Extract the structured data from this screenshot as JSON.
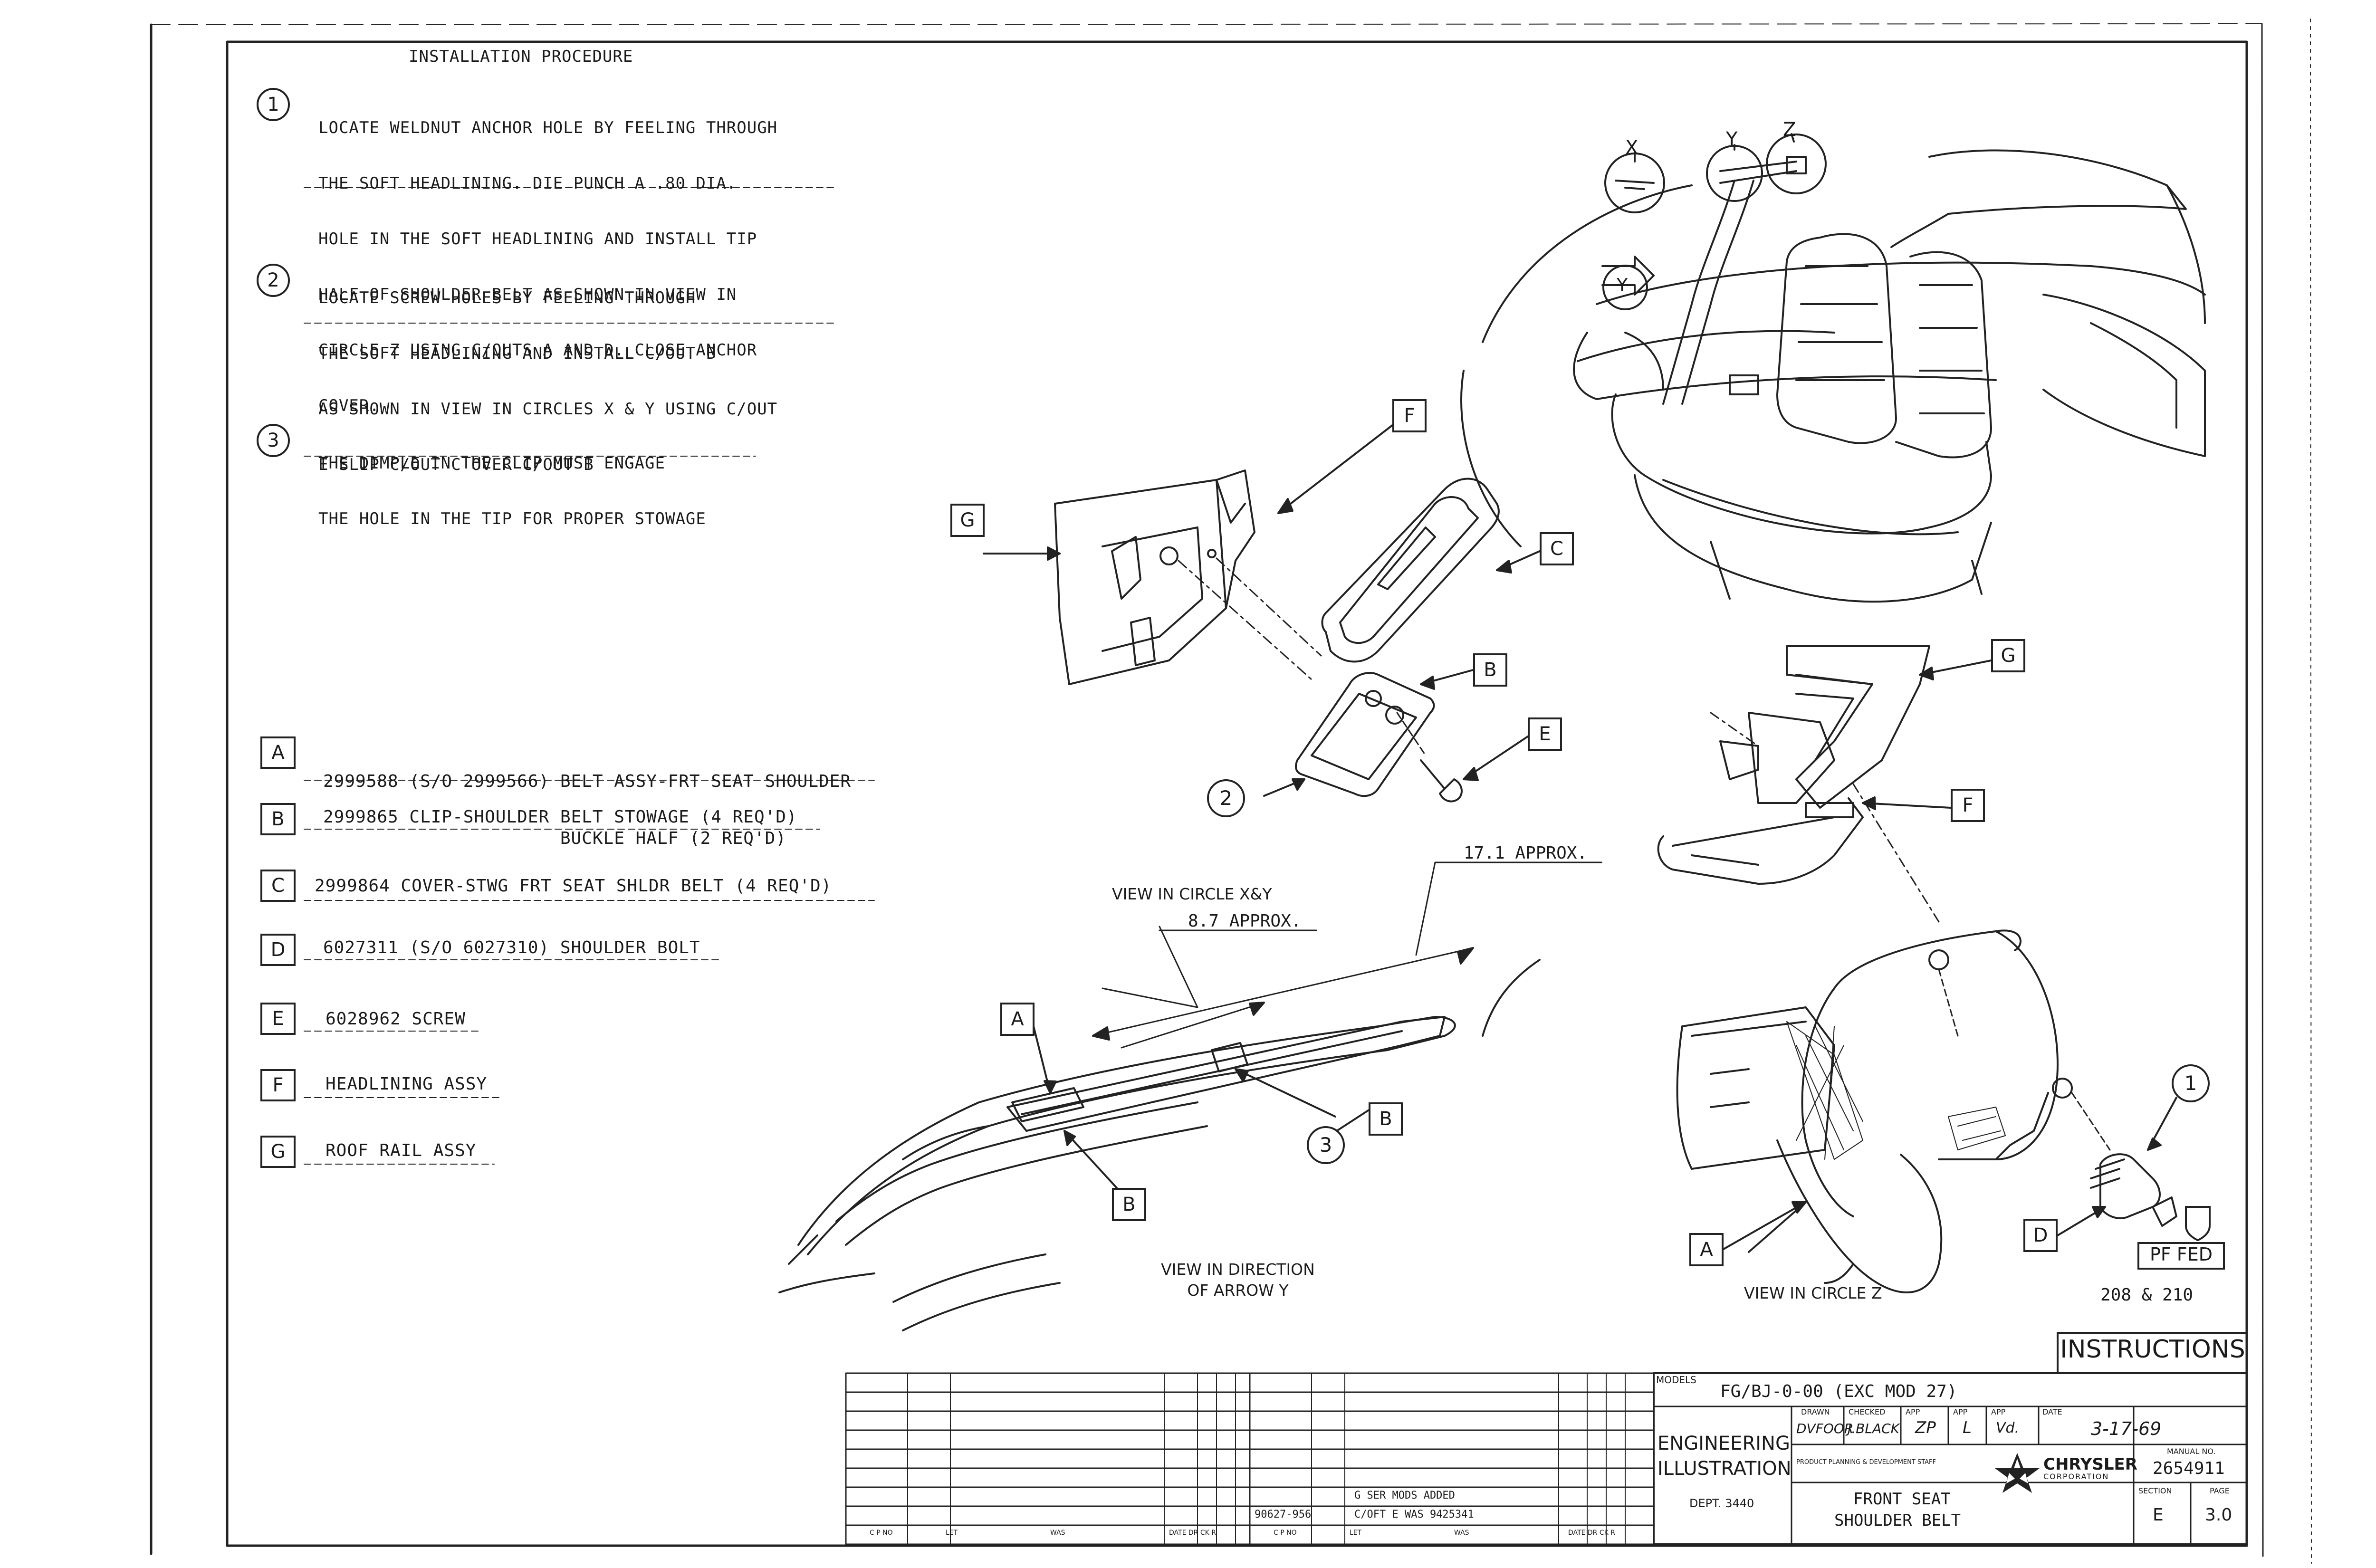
{
  "procedure": {
    "title": "INSTALLATION PROCEDURE",
    "steps": [
      {
        "num": "1",
        "lines": [
          "LOCATE WELDNUT ANCHOR HOLE BY FEELING THROUGH",
          "THE SOFT HEADLINING. DIE PUNCH A .80 DIA.",
          "HOLE IN THE SOFT HEADLINING AND INSTALL TIP",
          "HALF OF SHOULDER BELT AS SHOWN IN VIEW IN",
          "CIRCLE Z USING C/OUTS A AND D. CLOSE ANCHOR",
          "COVER."
        ]
      },
      {
        "num": "2",
        "lines": [
          "LOCATE SCREW HOLES BY FEELING THROUGH",
          "THE SOFT HEADLINING AND INSTALL C/OUT B",
          "AS SHOWN IN VIEW IN CIRCLES X & Y USING C/OUT",
          "E SLIP C/OUT C OVER C/OUT B"
        ]
      },
      {
        "num": "3",
        "lines": [
          "THE DIMPLE IN THE CLIP MUST ENGAGE",
          "THE HOLE IN THE TIP FOR PROPER STOWAGE"
        ]
      }
    ]
  },
  "parts": [
    {
      "letter": "A",
      "lines": [
        "2999588 (S/O 2999566) BELT ASSY-FRT SEAT SHOULDER",
        "                      BUCKLE HALF (2 REQ'D)"
      ]
    },
    {
      "letter": "B",
      "lines": [
        "2999865 CLIP-SHOULDER BELT STOWAGE (4 REQ'D)"
      ]
    },
    {
      "letter": "C",
      "lines": [
        "2999864 COVER-STWG FRT SEAT SHLDR BELT (4 REQ'D)"
      ]
    },
    {
      "letter": "D",
      "lines": [
        "6027311 (S/O 6027310) SHOULDER BOLT"
      ]
    },
    {
      "letter": "E",
      "lines": [
        "6028962 SCREW"
      ]
    },
    {
      "letter": "F",
      "lines": [
        "HEADLINING ASSY"
      ]
    },
    {
      "letter": "G",
      "lines": [
        "ROOF RAIL ASSY"
      ]
    }
  ],
  "callouts": {
    "g": "G",
    "f": "F",
    "c": "C",
    "b": "B",
    "e": "E",
    "two": "2",
    "one": "1",
    "three": "3",
    "a": "A",
    "d": "D",
    "x": "X",
    "y": "Y",
    "z": "Z"
  },
  "dims": {
    "long": "17.1 APPROX.",
    "short": "8.7 APPROX."
  },
  "captions": {
    "view_xy": "VIEW IN CIRCLE X&Y",
    "view_arrow_y": "VIEW IN DIRECTION\nOF ARROW Y",
    "view_z": "VIEW IN CIRCLE Z",
    "pf_fed": "PF FED",
    "models_ref": "208 & 210"
  },
  "title_block": {
    "instructions": "INSTRUCTIONS",
    "models_label": "MODELS",
    "models_value": "FG/BJ-0-00 (EXC MOD 27)",
    "eng_illustration_1": "ENGINEERING",
    "eng_illustration_2": "ILLUSTRATION",
    "dept": "DEPT. 3440",
    "drawn_label": "DRAWN",
    "drawn_value": "DVFOOR",
    "checked_label": "CHECKED",
    "checked_value": "J.BLACK",
    "app_label": "APP",
    "app_value": "ZP",
    "app2_label": "APP",
    "app2_value": "L",
    "app3_label": "APP",
    "app3_value": "Vd.",
    "date_label": "DATE",
    "date_value": "3-17-69",
    "staff": "PRODUCT PLANNING & DEVELOPMENT STAFF",
    "brand_1": "CHRYSLER",
    "brand_2": "CORPORATION",
    "manual_label": "MANUAL NO.",
    "manual_value": "2654911",
    "title_1": "FRONT SEAT",
    "title_2": "SHOULDER BELT",
    "section_label": "SECTION",
    "section_value": "E",
    "page_label": "PAGE",
    "page_value": "3.0",
    "rev_1": "G SER MODS ADDED",
    "rev_2": "C/OFT E WAS 9425341",
    "rev_num": "90627-956",
    "col_cpno_1": "C P NO",
    "col_let_1": "LET",
    "col_was_1": "WAS",
    "col_date_1": "DATE DR CK R",
    "col_cpno_2": "C P NO",
    "col_let_2": "LET",
    "col_was_2": "WAS",
    "col_date_2": "DATE DR CK R"
  }
}
